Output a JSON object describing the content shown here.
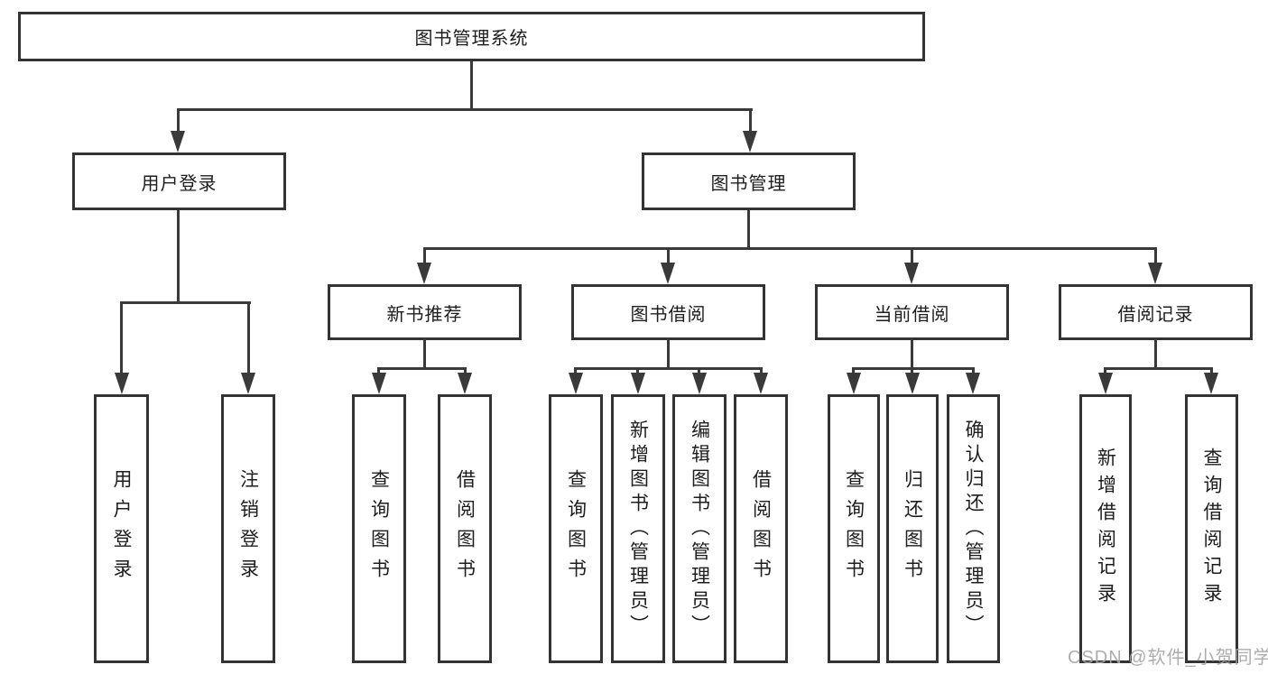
{
  "diagram": {
    "title": "图书管理系统",
    "type": "function-structure-tree",
    "tree": {
      "label": "图书管理系统",
      "children": [
        {
          "label": "用户登录",
          "children": [
            {
              "label": "用户登录"
            },
            {
              "label": "注销登录"
            }
          ]
        },
        {
          "label": "图书管理",
          "children": [
            {
              "label": "新书推荐",
              "children": [
                {
                  "label": "查询图书"
                },
                {
                  "label": "借阅图书"
                }
              ]
            },
            {
              "label": "图书借阅",
              "children": [
                {
                  "label": "查询图书"
                },
                {
                  "label": "新增图书（管理员）"
                },
                {
                  "label": "编辑图书（管理员）"
                },
                {
                  "label": "借阅图书"
                }
              ]
            },
            {
              "label": "当前借阅",
              "children": [
                {
                  "label": "查询图书"
                },
                {
                  "label": "归还图书"
                },
                {
                  "label": "确认归还（管理员）"
                }
              ]
            },
            {
              "label": "借阅记录",
              "children": [
                {
                  "label": "新增借阅记录"
                },
                {
                  "label": "查询借阅记录"
                }
              ]
            }
          ]
        }
      ]
    },
    "colors": {
      "background": "#ffffff",
      "box_fill": "#ffffff",
      "box_border": "#333333",
      "line": "#3a3a3a",
      "text": "#1d1d1d",
      "watermark": "#a4a4a4"
    }
  },
  "watermark": {
    "text": "CSDN @软件_小贺同学"
  }
}
